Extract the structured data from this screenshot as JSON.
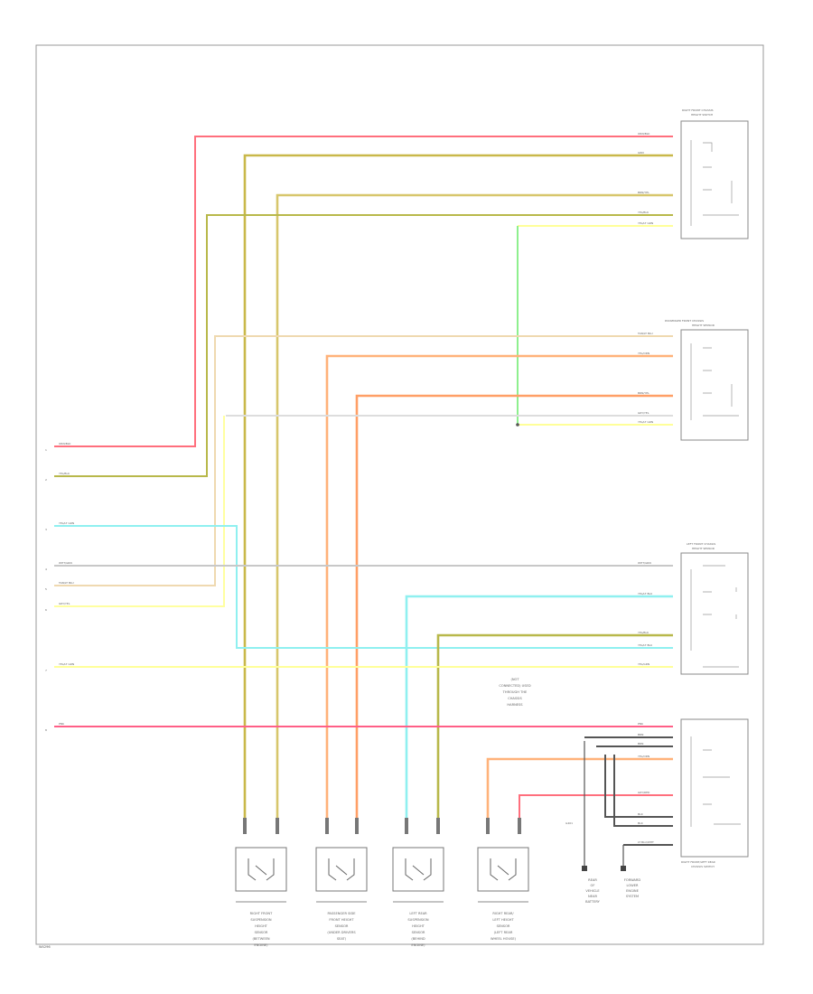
{
  "figure_code": "W4296",
  "left_connector": {
    "pins": [
      {
        "number": "1",
        "wire": "ORN/BLK"
      },
      {
        "number": "2",
        "wire": "YEL/BLK"
      },
      {
        "number": "3",
        "wire": "YEL/LT GRN"
      },
      {
        "number": "4",
        "wire": "WHT/GRN"
      },
      {
        "number": "5",
        "wire": "TAN/LT BLU"
      },
      {
        "number": "6",
        "wire": "GRY/YEL"
      },
      {
        "number": "7",
        "wire": "YEL/LT GRN"
      },
      {
        "number": "8",
        "wire": "PNK"
      }
    ]
  },
  "switches": {
    "right_front": {
      "title_line1": "RIGHT FRONT CHASSIS",
      "title_line2": "HEIGHT SWITCH",
      "wires": [
        "ORN/BLK",
        "GRN",
        "BRN/YEL",
        "YEL/BLK",
        "YEL/LT GRN"
      ]
    },
    "passenger_front": {
      "title_line1": "PASSENGER FRONT CHASSIS",
      "title_line2": "HEIGHT SENSOR",
      "wires": [
        "TAN/LT BLU",
        "YEL/ORN",
        "BRN/YEL",
        "GRY/YEL",
        "YEL/LT GRN"
      ]
    },
    "left_front": {
      "title_line1": "LEFT FRONT CHASSIS",
      "title_line2": "HEIGHT SENSOR",
      "wires": [
        "WHT/GRN",
        "YEL/LT BLU",
        "YEL/BLK",
        "YEL/LT BLU",
        "YEL/GRN"
      ]
    },
    "right_rear": {
      "title_line1": "RIGHT FRONT/LEFT REAR",
      "title_line2": "CHASSIS SWITCH",
      "wires": [
        "PNK",
        "BRN",
        "BRN",
        "YEL/ORN",
        "GRY/RED",
        "BLK",
        "BLK",
        "LT BLU/WHT"
      ]
    }
  },
  "center_note": [
    "(NOT",
    "CONNECTED) USED",
    "THROUGH THE",
    "CHASSIS",
    "HARNESS"
  ],
  "ground_labels": {
    "g1": {
      "code": "G401",
      "lines": [
        "REAR",
        "OF",
        "VEHICLE",
        "NEAR",
        "BATTERY"
      ]
    },
    "g2": {
      "code": "",
      "lines": [
        "FORWARD",
        "LOWER",
        "ENGINE",
        "SYSTEM"
      ]
    }
  },
  "bottom_components": [
    {
      "lines": [
        "RIGHT FRONT",
        "SUSPENSION",
        "HEIGHT",
        "SENSOR",
        "(BETWEEN",
        "ENGINE)"
      ]
    },
    {
      "lines": [
        "PASSENGER SIDE",
        "FRONT HEIGHT",
        "SENSOR",
        "(UNDER DRIVERS",
        "SEAT)"
      ]
    },
    {
      "lines": [
        "LEFT REAR",
        "SUSPENSION",
        "HEIGHT",
        "SENSOR",
        "(BEHIND",
        "ENGINE)"
      ]
    },
    {
      "lines": [
        "RIGHT REAR/",
        "LEFT HEIGHT",
        "SENSOR",
        "(LEFT REAR",
        "WHEEL HOUSE)"
      ]
    }
  ],
  "colors": {
    "orn_blk": "#ff6f7d",
    "yel_blk": "#b8b84a",
    "grn": "#c9b84a",
    "brn_yel": "#d7c66c",
    "yel_ltgrn": "#ffff99",
    "ltgrn": "#8ef08e",
    "tan_ltblu": "#efd9b0",
    "yel_orn": "#ffb27a",
    "brn_yel2": "#ff9f66",
    "gry_yel": "#ffffa0",
    "cyan": "#8ff0f0",
    "wht_grn": "#c8c8c8",
    "pnk": "#ff5f87",
    "dark": "#555555"
  }
}
